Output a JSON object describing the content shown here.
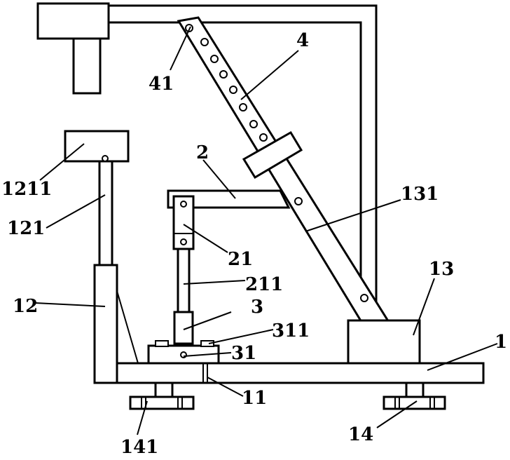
{
  "labels": {
    "l1": "1",
    "l2": "2",
    "l3": "3",
    "l4": "4",
    "l11": "11",
    "l12": "12",
    "l13": "13",
    "l14": "14",
    "l21": "21",
    "l31": "31",
    "l41": "41",
    "l121": "121",
    "l131": "131",
    "l141": "141",
    "l211": "211",
    "l311": "311",
    "l1211": "1211"
  }
}
